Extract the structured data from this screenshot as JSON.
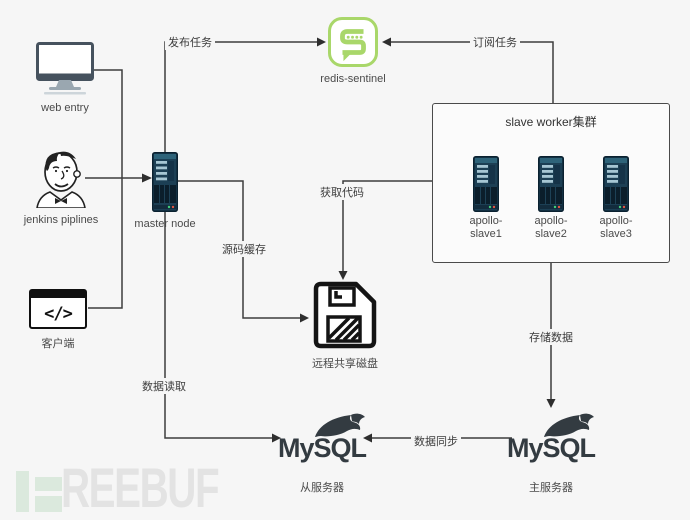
{
  "diagram": {
    "nodes": {
      "web_entry": {
        "label": "web entry"
      },
      "jenkins": {
        "label": "jenkins piplines"
      },
      "client": {
        "label": "客户端",
        "glyph": "</>"
      },
      "master_node": {
        "label": "master node"
      },
      "redis_sentinel": {
        "label": "redis-sentinel"
      },
      "slave_cluster": {
        "title": "slave worker集群",
        "servers": [
          {
            "line1": "apollo-",
            "line2": "slave1"
          },
          {
            "line1": "apollo-",
            "line2": "slave2"
          },
          {
            "line1": "apollo-",
            "line2": "slave3"
          }
        ]
      },
      "shared_disk": {
        "label": "远程共享磁盘"
      },
      "mysql_slave": {
        "logo": "MySQL",
        "label": "从服务器"
      },
      "mysql_master": {
        "logo": "MySQL",
        "label": "主服务器"
      }
    },
    "edge_labels": {
      "publish_task": "发布任务",
      "subscribe_task": "订阅任务",
      "fetch_code": "获取代码",
      "source_cache": "源码缓存",
      "data_read": "数据读取",
      "store_data": "存储数据",
      "data_sync": "数据同步"
    },
    "colors": {
      "connector": "#3d3d3d",
      "server_body": "#1c3f54",
      "redis_green": "#a9d76a",
      "mysql_dark": "#333b41",
      "background": "#f6f6f6"
    }
  },
  "watermark": {
    "text": "REEBUF",
    "logo_green": "#dbe9dd",
    "text_gray": "#e3e3e3"
  }
}
